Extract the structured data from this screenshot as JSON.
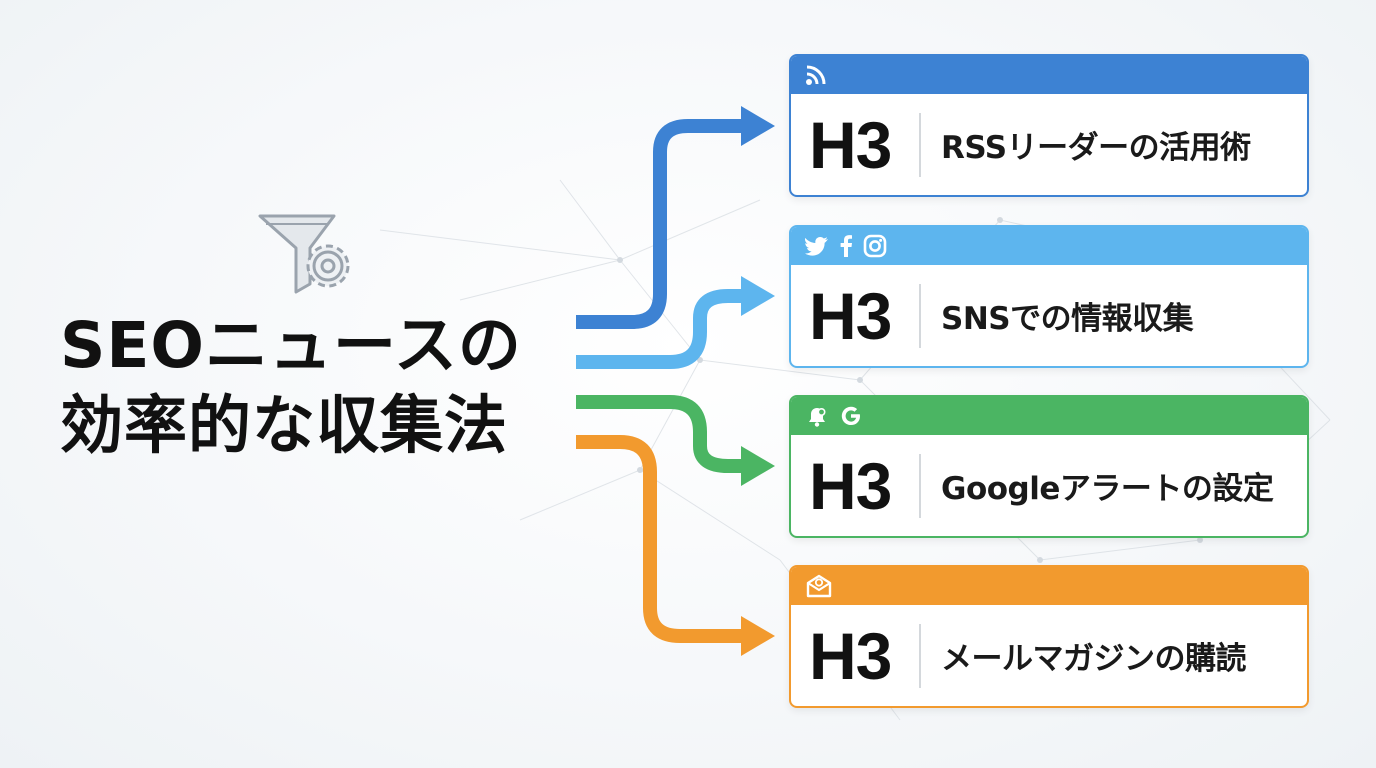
{
  "title": {
    "line1": "SEOニュースの",
    "line2": "効率的な収集法"
  },
  "colors": {
    "blue": "#3d82d3",
    "light_blue": "#5db5ee",
    "green": "#4bb563",
    "orange": "#f29a2e"
  },
  "top_icon": [
    "funnel-icon",
    "gear-icon"
  ],
  "cards": [
    {
      "heading": "H3",
      "label": "RSSリーダーの活用術",
      "color": "#3d82d3",
      "icons": [
        "rss-icon"
      ]
    },
    {
      "heading": "H3",
      "label": "SNSでの情報収集",
      "color": "#5db5ee",
      "icons": [
        "twitter-icon",
        "facebook-icon",
        "instagram-icon"
      ]
    },
    {
      "heading": "H3",
      "label": "Googleアラートの設定",
      "color": "#4bb563",
      "icons": [
        "bell-icon",
        "google-icon"
      ]
    },
    {
      "heading": "H3",
      "label": "メールマガジンの購読",
      "color": "#f29a2e",
      "icons": [
        "mail-icon"
      ]
    }
  ]
}
